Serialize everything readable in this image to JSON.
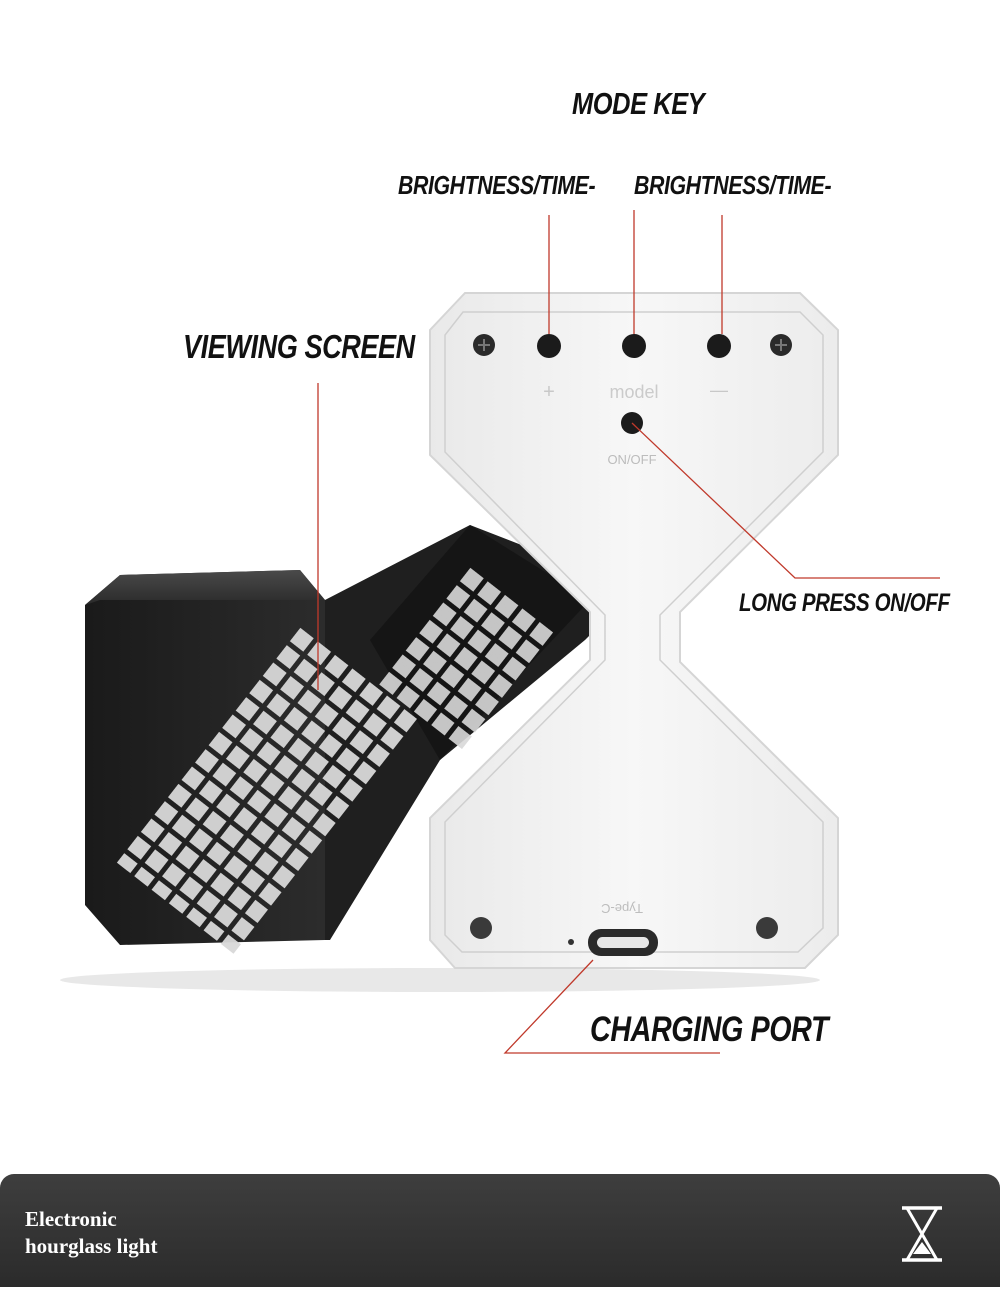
{
  "callouts": {
    "mode_key": "MODE KEY",
    "brightness_left": "BRIGHTNESS/TIME-",
    "brightness_right": "BRIGHTNESS/TIME-",
    "viewing_screen": "VIEWING SCREEN",
    "long_press": "LONG PRESS ON/OFF",
    "charging_port": "CHARGING PORT"
  },
  "device": {
    "button_plus": "+",
    "button_mode": "model",
    "button_minus": "—",
    "power_label": "ON/OFF",
    "port_label": "Type-C"
  },
  "footer": {
    "title_line1": "Electronic",
    "title_line2": "hourglass light",
    "icon": "hourglass-icon"
  },
  "colors": {
    "leader_line": "#c0392b",
    "footer_bg": "#333333",
    "device_body": "#f4f4f4",
    "dark_block": "#1e1e1e"
  }
}
